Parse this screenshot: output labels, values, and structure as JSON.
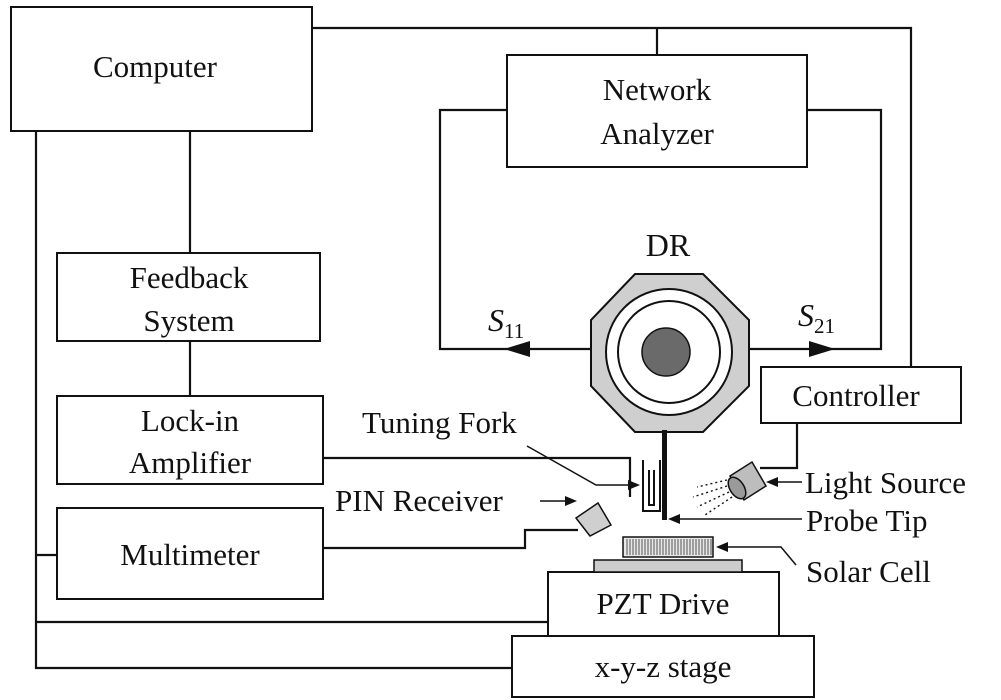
{
  "diagram": {
    "blocks": {
      "computer": "Computer",
      "network_analyzer_line1": "Network",
      "network_analyzer_line2": "Analyzer",
      "feedback_line1": "Feedback",
      "feedback_line2": "System",
      "lockin_line1": "Lock-in",
      "lockin_line2": "Amplifier",
      "multimeter": "Multimeter",
      "controller": "Controller",
      "pzt_drive": "PZT Drive",
      "stage": "x-y-z stage"
    },
    "labels": {
      "dr": "DR",
      "s11_base": "S",
      "s11_sub": "11",
      "s21_base": "S",
      "s21_sub": "21",
      "tuning_fork": "Tuning Fork",
      "pin_receiver": "PIN Receiver",
      "light_source": "Light Source",
      "probe_tip": "Probe Tip",
      "solar_cell": "Solar Cell"
    },
    "colors": {
      "line": "#111111",
      "resonator_body": "#cfcfcf",
      "resonator_core": "#6a6a6a",
      "background": "#ffffff"
    }
  }
}
